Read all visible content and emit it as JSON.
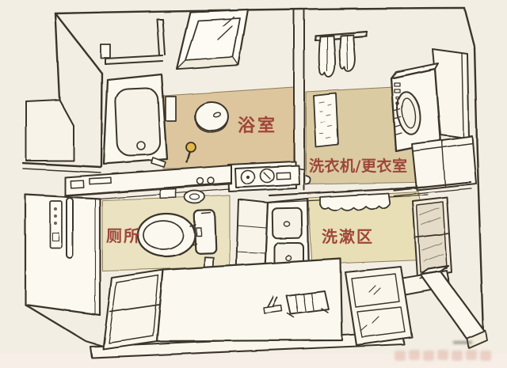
{
  "diagram": {
    "kind": "hand-drawn isometric bathroom floor plan sketch",
    "language": "zh-CN",
    "rooms": [
      {
        "id": "bathroom",
        "label": "浴室"
      },
      {
        "id": "laundry_dressing",
        "label": "洗衣机/更衣室"
      },
      {
        "id": "toilet",
        "label": "厕所"
      },
      {
        "id": "washing_area",
        "label": "洗漱区"
      }
    ],
    "fixtures": [
      "bathtub",
      "grab-bar",
      "skylight-window",
      "shower-stool",
      "hand-shower",
      "bath-controller",
      "wall-poster",
      "towel-rail",
      "hanging-towels",
      "washing-machine",
      "storage-cabinet",
      "base-cabinet",
      "open-shelf-unit",
      "drawer-front",
      "counter",
      "counter-items",
      "toilet-bowl",
      "toilet-tank",
      "trash-bin",
      "entry-door",
      "door-handle",
      "door-control-panel",
      "double-sink-vanity",
      "hand-towel",
      "floor-mat",
      "bath-sheet",
      "slippers",
      "wash-board",
      "drain-mat",
      "floor-beam",
      "step-threshold"
    ],
    "colors": {
      "paper": "#f3eee3",
      "line": "#3b352c",
      "bathroom_floor": "#dcc59b",
      "laundry_floor": "#d9cba1",
      "toilet_floor": "#eae3c1",
      "washing_floor": "#e8dfb5",
      "label_red": "#9e4639",
      "knob_yellow": "#e3b84a",
      "fixture_white": "#fbf8f0"
    },
    "watermark": {
      "position": "bottom-right",
      "legible": false
    }
  }
}
